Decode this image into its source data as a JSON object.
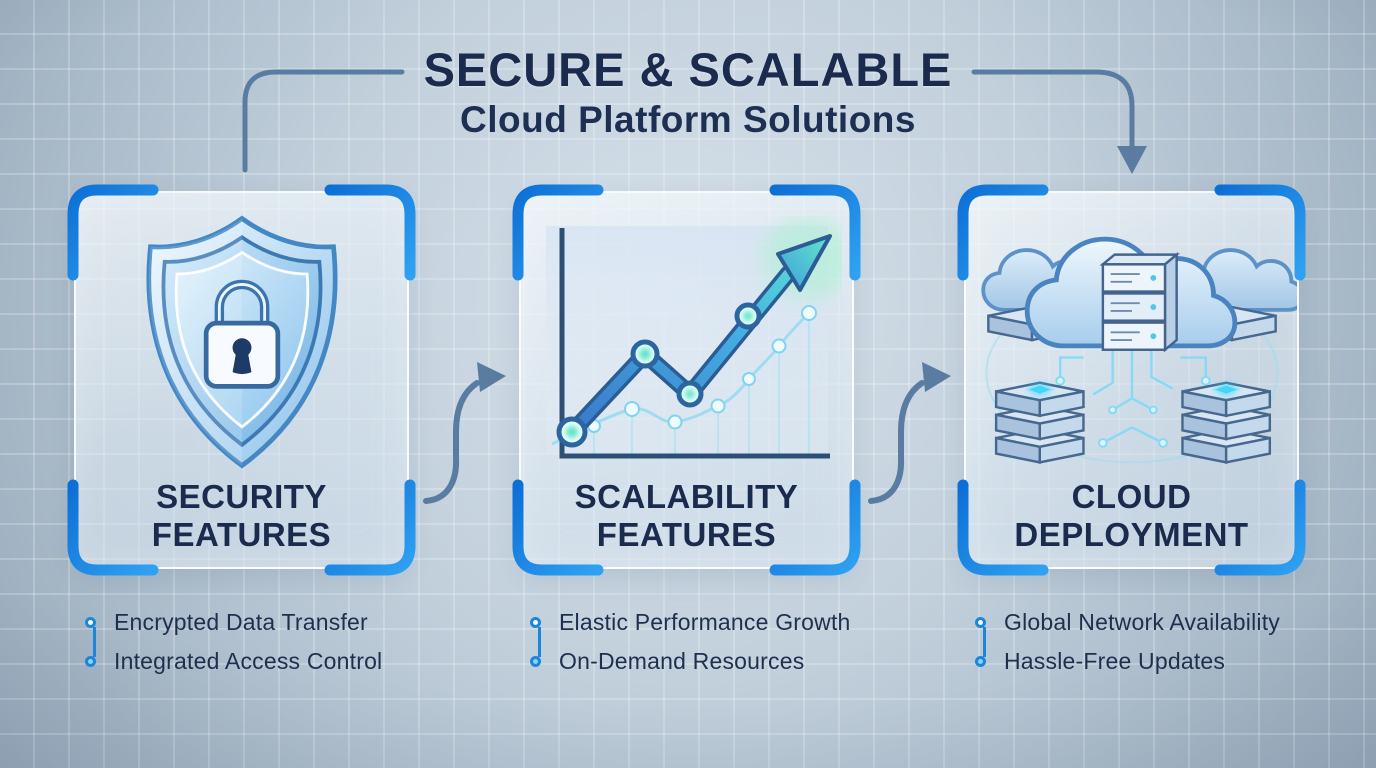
{
  "header": {
    "title_line1": "SECURE & SCALABLE",
    "title_line2": "Cloud Platform Solutions"
  },
  "cards": [
    {
      "icon": "shield-lock-icon",
      "title_line1": "SECURITY",
      "title_line2": "FEATURES",
      "bullets": [
        "Encrypted Data Transfer",
        "Integrated Access Control"
      ]
    },
    {
      "icon": "growth-chart-icon",
      "title_line1": "SCALABILITY",
      "title_line2": "FEATURES",
      "bullets": [
        "Elastic Performance Growth",
        "On-Demand Resources"
      ]
    },
    {
      "icon": "cloud-servers-icon",
      "title_line1": "CLOUD",
      "title_line2": "DEPLOYMENT",
      "bullets": [
        "Global Network Availability",
        "Hassle-Free Updates"
      ]
    }
  ],
  "colors": {
    "accent_blue": "#1583e5",
    "navy_text": "#1a2b4e",
    "connector_slate": "#5a7ca0",
    "bullet_blue": "#1e86d8",
    "glow_cyan": "#5fe0c8",
    "background_center": "#d3dfe8",
    "background_edge": "#9aabbc"
  }
}
